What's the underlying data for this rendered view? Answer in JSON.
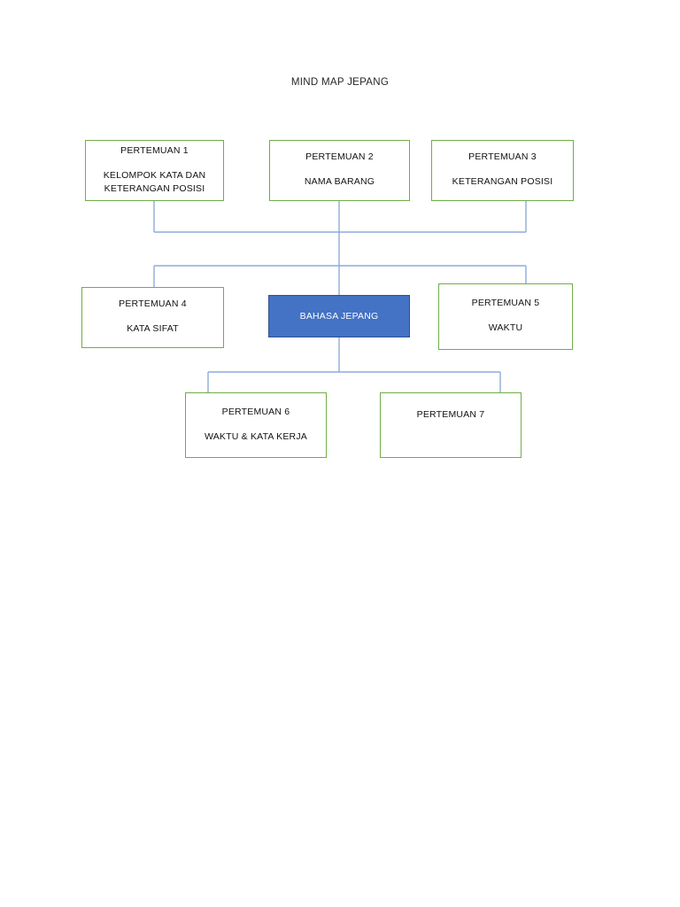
{
  "diagram": {
    "title": "MIND MAP JEPANG",
    "type": "mind-map",
    "colors": {
      "node_border": "#70AD47",
      "node_fill": "#FFFFFF",
      "central_fill": "#4472C4",
      "central_border": "#2F528F",
      "central_text": "#FFFFFF",
      "connector": "#8FAADC",
      "text": "#111111"
    },
    "central_node": {
      "label": "BAHASA JEPANG"
    },
    "nodes": [
      {
        "id": "pertemuan-1",
        "line1": "PERTEMUAN 1",
        "line2": "KELOMPOK KATA DAN KETERANGAN POSISI"
      },
      {
        "id": "pertemuan-2",
        "line1": "PERTEMUAN 2",
        "line2": "NAMA BARANG"
      },
      {
        "id": "pertemuan-3",
        "line1": "PERTEMUAN 3",
        "line2": "KETERANGAN POSISI"
      },
      {
        "id": "pertemuan-4",
        "line1": "PERTEMUAN 4",
        "line2": "KATA SIFAT"
      },
      {
        "id": "pertemuan-5",
        "line1": "PERTEMUAN 5",
        "line2": "WAKTU"
      },
      {
        "id": "pertemuan-6",
        "line1": "PERTEMUAN 6",
        "line2": "WAKTU & KATA KERJA"
      },
      {
        "id": "pertemuan-7",
        "line1": "PERTEMUAN 7",
        "line2": ""
      }
    ]
  }
}
